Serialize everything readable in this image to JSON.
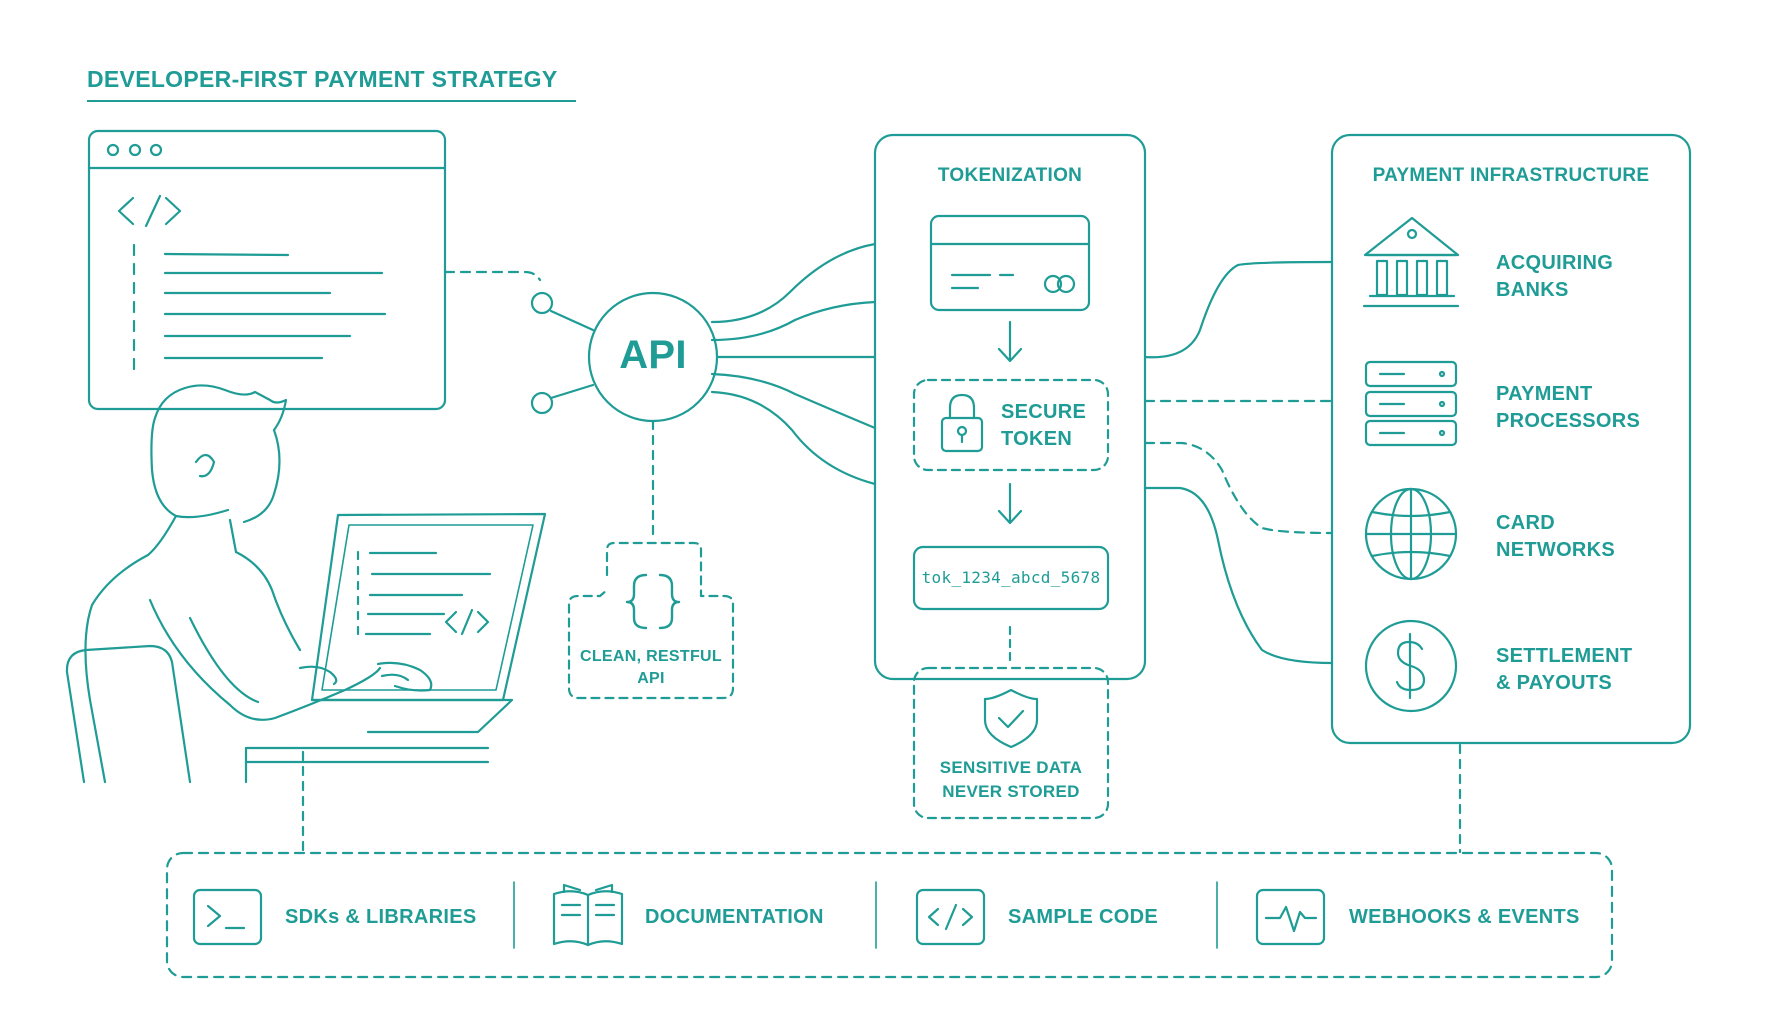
{
  "title": "DEVELOPER-FIRST PAYMENT STRATEGY",
  "api": {
    "label": "API",
    "note_line1": "CLEAN, RESTFUL",
    "note_line2": "API"
  },
  "tokenization": {
    "heading": "TOKENIZATION",
    "secure_line1": "SECURE",
    "secure_line2": "TOKEN",
    "token_value": "tok_1234_abcd_5678",
    "sensitive_line1": "SENSITIVE DATA",
    "sensitive_line2": "NEVER STORED"
  },
  "infrastructure": {
    "heading": "PAYMENT INFRASTRUCTURE",
    "items": [
      {
        "line1": "ACQUIRING",
        "line2": "BANKS",
        "icon": "bank-icon"
      },
      {
        "line1": "PAYMENT",
        "line2": "PROCESSORS",
        "icon": "server-icon"
      },
      {
        "line1": "CARD",
        "line2": "NETWORKS",
        "icon": "globe-icon"
      },
      {
        "line1": "SETTLEMENT",
        "line2": "& PAYOUTS",
        "icon": "dollar-icon"
      }
    ]
  },
  "developer_tools": [
    {
      "label": "SDKs & LIBRARIES",
      "icon": "terminal-icon"
    },
    {
      "label": "DOCUMENTATION",
      "icon": "book-icon"
    },
    {
      "label": "SAMPLE CODE",
      "icon": "code-icon"
    },
    {
      "label": "WEBHOOKS & EVENTS",
      "icon": "pulse-icon"
    }
  ],
  "colors": {
    "accent": "#1e9c95",
    "background": "#ffffff"
  }
}
